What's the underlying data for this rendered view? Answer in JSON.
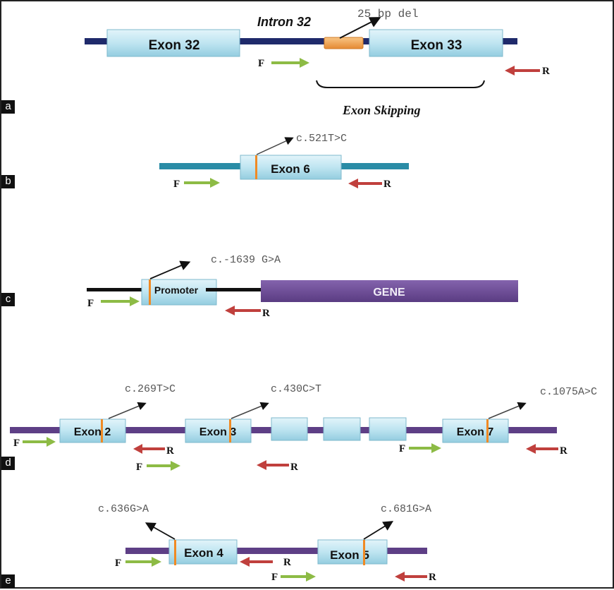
{
  "colors": {
    "exon_fill_top": "#d8f0f7",
    "exon_fill_bottom": "#9fd3e4",
    "exon_stroke": "#7fb9cc",
    "mutation_mark": "#f08a24",
    "forward_primer": "#8dbb45",
    "reverse_primer": "#c0403d",
    "panel_a_line": "#1f2a6b",
    "panel_b_line": "#2a8ca6",
    "panel_c_line": "#111111",
    "gene_block": "#6b4a94",
    "panel_de_line": "#5e3f86",
    "deletion_block": "#f4a95a"
  },
  "panels": {
    "a": {
      "tag": "a",
      "intron_label": "Intron 32",
      "exons": [
        "Exon 32",
        "Exon 33"
      ],
      "deletion_label": "25 bp del",
      "bracket_label": "Exon Skipping",
      "primers": {
        "forward": "F",
        "reverse": "R"
      }
    },
    "b": {
      "tag": "b",
      "exon": "Exon 6",
      "mutation": "c.521T>C",
      "primers": {
        "forward": "F",
        "reverse": "R"
      }
    },
    "c": {
      "tag": "c",
      "promoter": "Promoter",
      "gene": "GENE",
      "mutation": "c.-1639 G>A",
      "primers": {
        "forward": "F",
        "reverse": "R"
      }
    },
    "d": {
      "tag": "d",
      "exons": [
        "Exon 2",
        "Exon 3",
        "",
        "",
        "",
        "Exon 7"
      ],
      "mutations": [
        "c.269T>C",
        "c.430C>T",
        "c.1075A>C"
      ],
      "primers": {
        "forward": "F",
        "reverse": "R"
      }
    },
    "e": {
      "tag": "e",
      "exons": [
        "Exon 4",
        "Exon 5"
      ],
      "mutations": [
        "c.636G>A",
        "c.681G>A"
      ],
      "primers": {
        "forward": "F",
        "reverse": "R"
      }
    }
  }
}
